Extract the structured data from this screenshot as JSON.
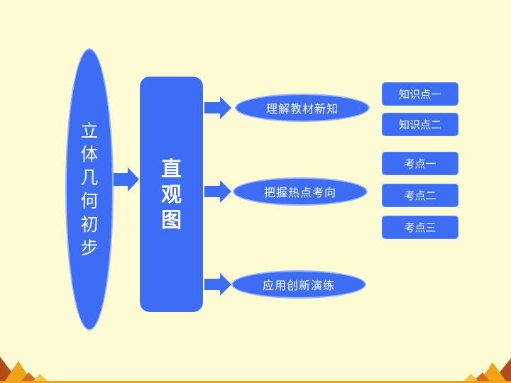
{
  "root": {
    "label": "立体几何初步"
  },
  "center": {
    "label": "直观图"
  },
  "sections": [
    {
      "label": "理解教材新知",
      "items": [
        "知识点一",
        "知识点二"
      ]
    },
    {
      "label": "把握热点考向",
      "items": [
        "考点一",
        "考点二",
        "考点三"
      ]
    },
    {
      "label": "应用创新演练",
      "items": []
    }
  ],
  "colors": {
    "background": "#fdfbd3",
    "node": "#3d6cf5",
    "accent": "#f1a318"
  }
}
